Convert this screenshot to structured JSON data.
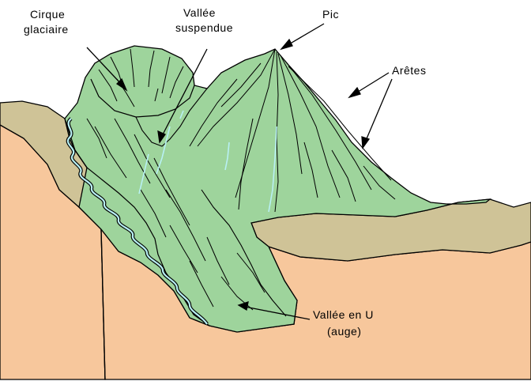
{
  "labels": {
    "cirque_line1": "Cirque",
    "cirque_line2": "glaciaire",
    "suspendue_line1": "Vallée",
    "suspendue_line2": "suspendue",
    "pic": "Pic",
    "aretes": "Arêtes",
    "vallee_u_line1": "Vallée en U",
    "vallee_u_line2": "(auge)"
  },
  "colors": {
    "background": "#ffffff",
    "block": "#F7C79C",
    "plateau": "#CFC397",
    "mountain": "#9ED49C",
    "river": "#B8F0F4",
    "outline": "#000000"
  }
}
